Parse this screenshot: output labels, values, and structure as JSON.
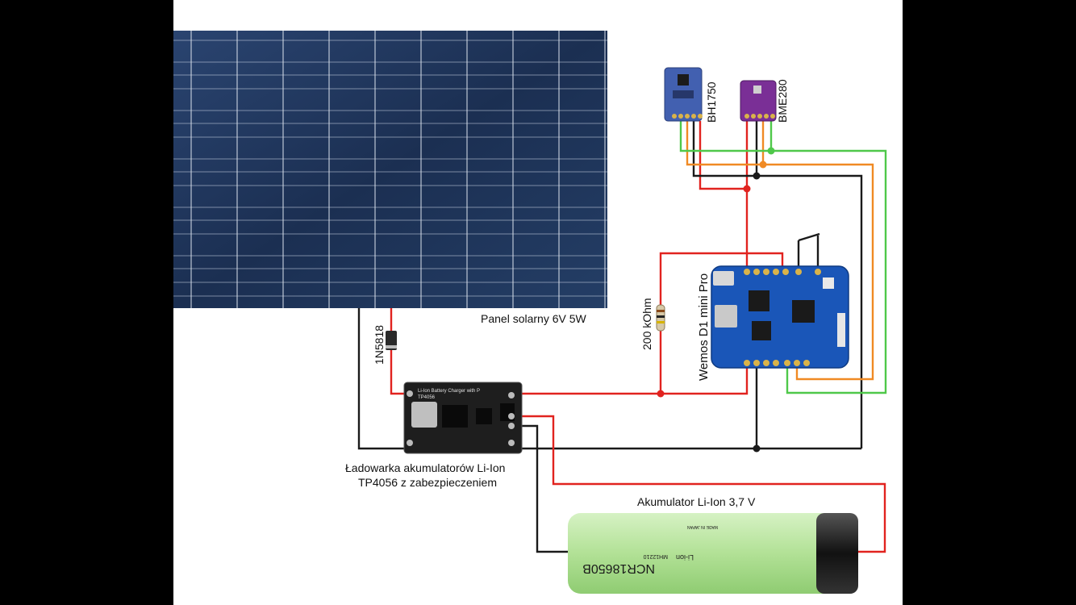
{
  "colors": {
    "wire_red": "#e1231f",
    "wire_black": "#1a1a1a",
    "wire_green": "#4fc84a",
    "wire_orange": "#f08a24",
    "panel_dark": "#1f3556",
    "wemos_blue": "#1a56b8",
    "bme_purple": "#7a2f96",
    "bh_blue": "#4260b0",
    "battery_green": "#b8e6a0"
  },
  "labels": {
    "panel": "Panel solarny 6V 5W",
    "diode": "1N5818",
    "resistor": "200 kOhm",
    "wemos": "Wemos D1 mini Pro",
    "bh1750": "BH1750",
    "bme280": "BME280",
    "charger_line1": "Ładowarka akumulatorów Li-Ion",
    "charger_line2": "TP4056 z zabezpieczeniem",
    "battery": "Akumulator Li-Ion 3,7 V"
  },
  "component_print": {
    "charger_title": "Li-Ion Battery Charger with P",
    "charger_chip": "TP4056",
    "battery_model": "NCR18650B",
    "battery_type": "Li-ion",
    "battery_code": "MH12210",
    "battery_origin": "MADE IN JAPAN"
  },
  "icons": {
    "panel": "solar-panel-icon",
    "diode": "diode-icon",
    "resistor": "resistor-icon",
    "switch": "switch-icon",
    "battery": "battery-icon"
  }
}
